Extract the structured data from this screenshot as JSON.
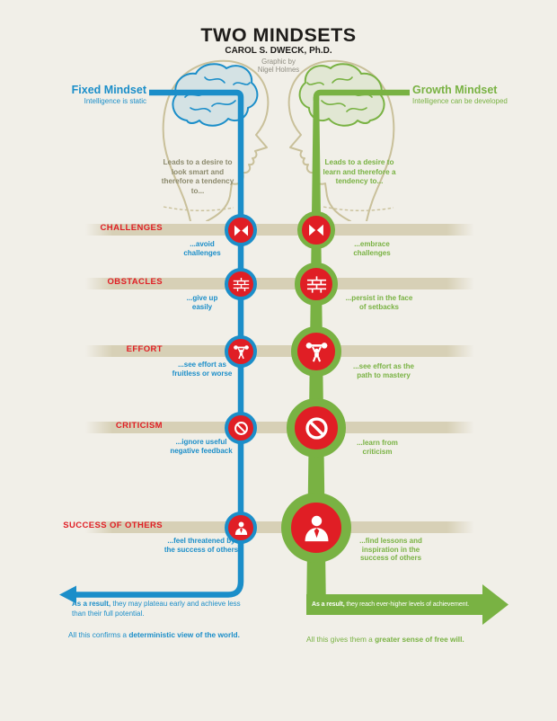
{
  "header": {
    "title": "TWO MINDSETS",
    "author": "CAROL S. DWECK, Ph.D.",
    "credit_line1": "Graphic by",
    "credit_line2": "Nigel Holmes"
  },
  "fixed": {
    "label": "Fixed Mindset",
    "subtitle": "Intelligence is static",
    "desire": "Leads to a desire to look smart and therefore a tendency to...",
    "result_lead": "As a result,",
    "result_text": " they may plateau early and achieve less than their full potential.",
    "conclusion_text": "All this confirms a ",
    "conclusion_bold": "deterministic view of the world."
  },
  "growth": {
    "label": "Growth Mindset",
    "subtitle": "Intelligence can be developed",
    "desire": "Leads to a desire to learn and therefore a tendency to...",
    "result_lead": "As a result,",
    "result_text": " they reach ever-higher levels of achievement.",
    "conclusion_text": "All this gives them a ",
    "conclusion_bold": "greater sense of free will."
  },
  "rows": [
    {
      "category": "CHALLENGES",
      "icon": "colliding-arrows-icon",
      "fixed_caption": "...avoid challenges",
      "growth_caption": "...embrace challenges"
    },
    {
      "category": "OBSTACLES",
      "icon": "brick-wall-icon",
      "fixed_caption": "...give up easily",
      "growth_caption": "...persist in the face of setbacks"
    },
    {
      "category": "EFFORT",
      "icon": "weightlifter-icon",
      "fixed_caption": "...see effort as fruitless or worse",
      "growth_caption": "...see effort as the path to mastery"
    },
    {
      "category": "CRITICISM",
      "icon": "no-entry-icon",
      "fixed_caption": "...ignore useful negative feedback",
      "growth_caption": "...learn from criticism"
    },
    {
      "category": "SUCCESS OF OTHERS",
      "icon": "person-icon",
      "fixed_caption": "...feel threatened by the success of others",
      "growth_caption": "...find lessons and inspiration in the success of others"
    }
  ],
  "colors": {
    "fixed_blue": "#1b8ec9",
    "growth_green": "#79b243",
    "accent_red": "#e01e25",
    "band_tan": "#d7d0b6",
    "background": "#f1efe8"
  }
}
